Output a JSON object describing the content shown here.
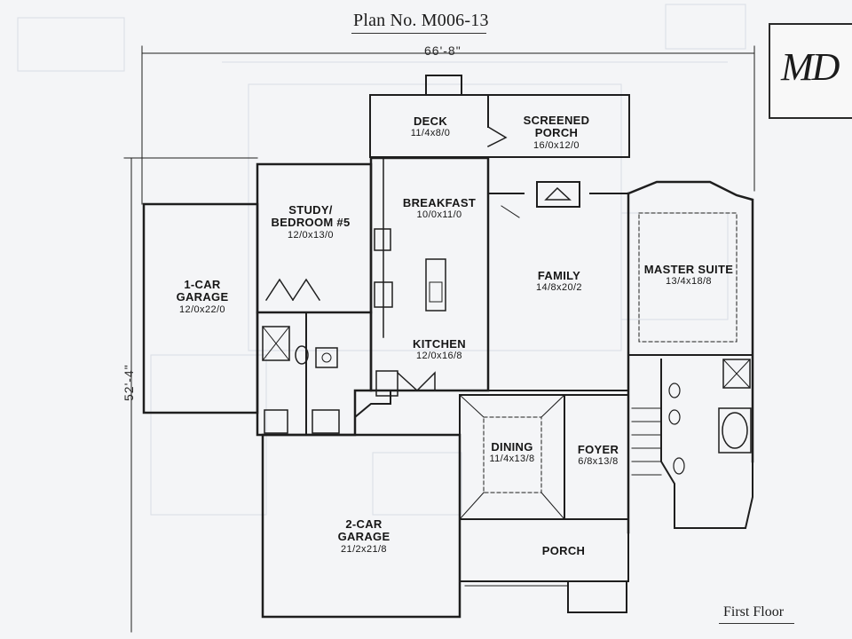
{
  "title": "Plan No. M006-13",
  "dimensions": {
    "width": "66'-8\"",
    "depth": "52'-4\""
  },
  "floor_label": "First Floor",
  "logo": {
    "text": "MD"
  },
  "rooms": {
    "deck": {
      "name": "DECK",
      "size": "11/4x8/0"
    },
    "screened_porch": {
      "name1": "SCREENED",
      "name2": "PORCH",
      "size": "16/0x12/0"
    },
    "breakfast": {
      "name": "BREAKFAST",
      "size": "10/0x11/0"
    },
    "study": {
      "name1": "STUDY/",
      "name2": "BEDROOM #5",
      "size": "12/0x13/0"
    },
    "garage1": {
      "name1": "1-CAR",
      "name2": "GARAGE",
      "size": "12/0x22/0"
    },
    "family": {
      "name": "FAMILY",
      "size": "14/8x20/2"
    },
    "master": {
      "name": "MASTER SUITE",
      "size": "13/4x18/8"
    },
    "kitchen": {
      "name": "KITCHEN",
      "size": "12/0x16/8"
    },
    "dining": {
      "name": "DINING",
      "size": "11/4x13/8"
    },
    "foyer": {
      "name": "FOYER",
      "size": "6/8x13/8"
    },
    "garage2": {
      "name1": "2-CAR",
      "name2": "GARAGE",
      "size": "21/2x21/8"
    },
    "porch": {
      "name": "PORCH"
    }
  }
}
